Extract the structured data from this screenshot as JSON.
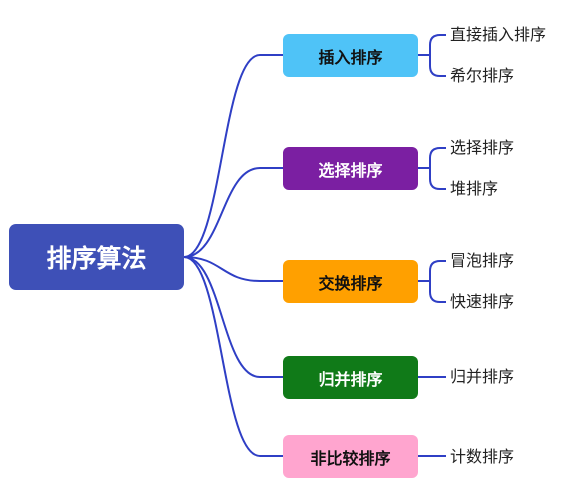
{
  "root": {
    "label": "排序算法"
  },
  "branches": [
    {
      "label": "插入排序",
      "color": "#4fc3f7",
      "text_color": "#111111",
      "children": [
        "直接插入排序",
        "希尔排序"
      ]
    },
    {
      "label": "选择排序",
      "color": "#7b1fa2",
      "text_color": "#ffffff",
      "children": [
        "选择排序",
        "堆排序"
      ]
    },
    {
      "label": "交换排序",
      "color": "#ffa000",
      "text_color": "#111111",
      "children": [
        "冒泡排序",
        "快速排序"
      ]
    },
    {
      "label": "归并排序",
      "color": "#107a18",
      "text_color": "#ffffff",
      "children": [
        "归并排序"
      ]
    },
    {
      "label": "非比较排序",
      "color": "#ffa5cf",
      "text_color": "#111111",
      "children": [
        "计数排序"
      ]
    }
  ],
  "colors": {
    "connector": "#2f3fc5",
    "root_fill": "#3e50b7"
  }
}
